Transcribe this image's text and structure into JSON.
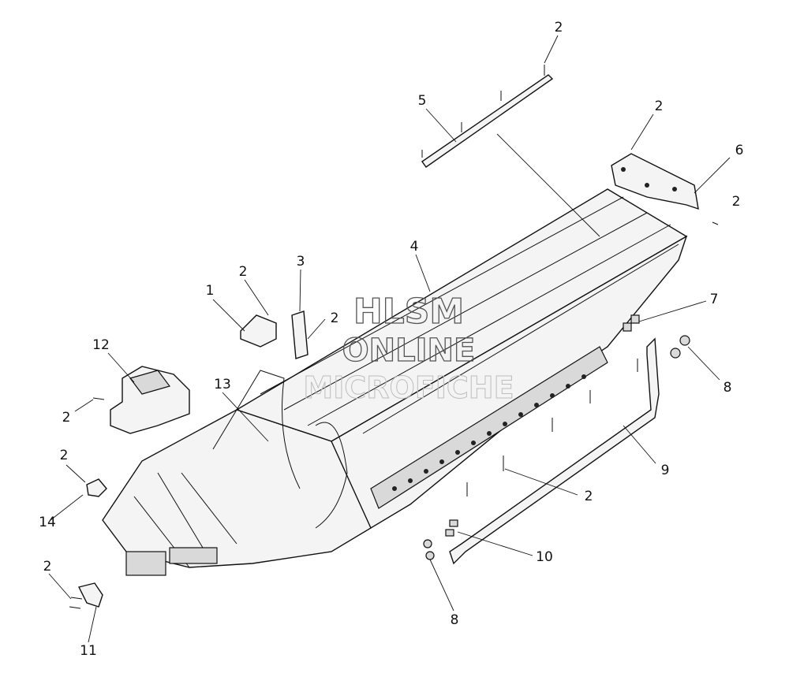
{
  "watermark": {
    "line1": "HLSM",
    "line2": "ONLINE",
    "line3": "MICROFICHE"
  },
  "callouts": [
    {
      "id": "c1",
      "text": "2"
    },
    {
      "id": "c2",
      "text": "5"
    },
    {
      "id": "c3",
      "text": "2"
    },
    {
      "id": "c4",
      "text": "6"
    },
    {
      "id": "c5",
      "text": "2"
    },
    {
      "id": "c6",
      "text": "4"
    },
    {
      "id": "c7",
      "text": "3"
    },
    {
      "id": "c8",
      "text": "2"
    },
    {
      "id": "c9",
      "text": "1"
    },
    {
      "id": "c10",
      "text": "2"
    },
    {
      "id": "c11",
      "text": "7"
    },
    {
      "id": "c12",
      "text": "12"
    },
    {
      "id": "c13",
      "text": "8"
    },
    {
      "id": "c14",
      "text": "13"
    },
    {
      "id": "c15",
      "text": "2"
    },
    {
      "id": "c16",
      "text": "9"
    },
    {
      "id": "c17",
      "text": "2"
    },
    {
      "id": "c18",
      "text": "2"
    },
    {
      "id": "c19",
      "text": "14"
    },
    {
      "id": "c20",
      "text": "10"
    },
    {
      "id": "c21",
      "text": "2"
    },
    {
      "id": "c22",
      "text": "8"
    },
    {
      "id": "c23",
      "text": "11"
    }
  ]
}
